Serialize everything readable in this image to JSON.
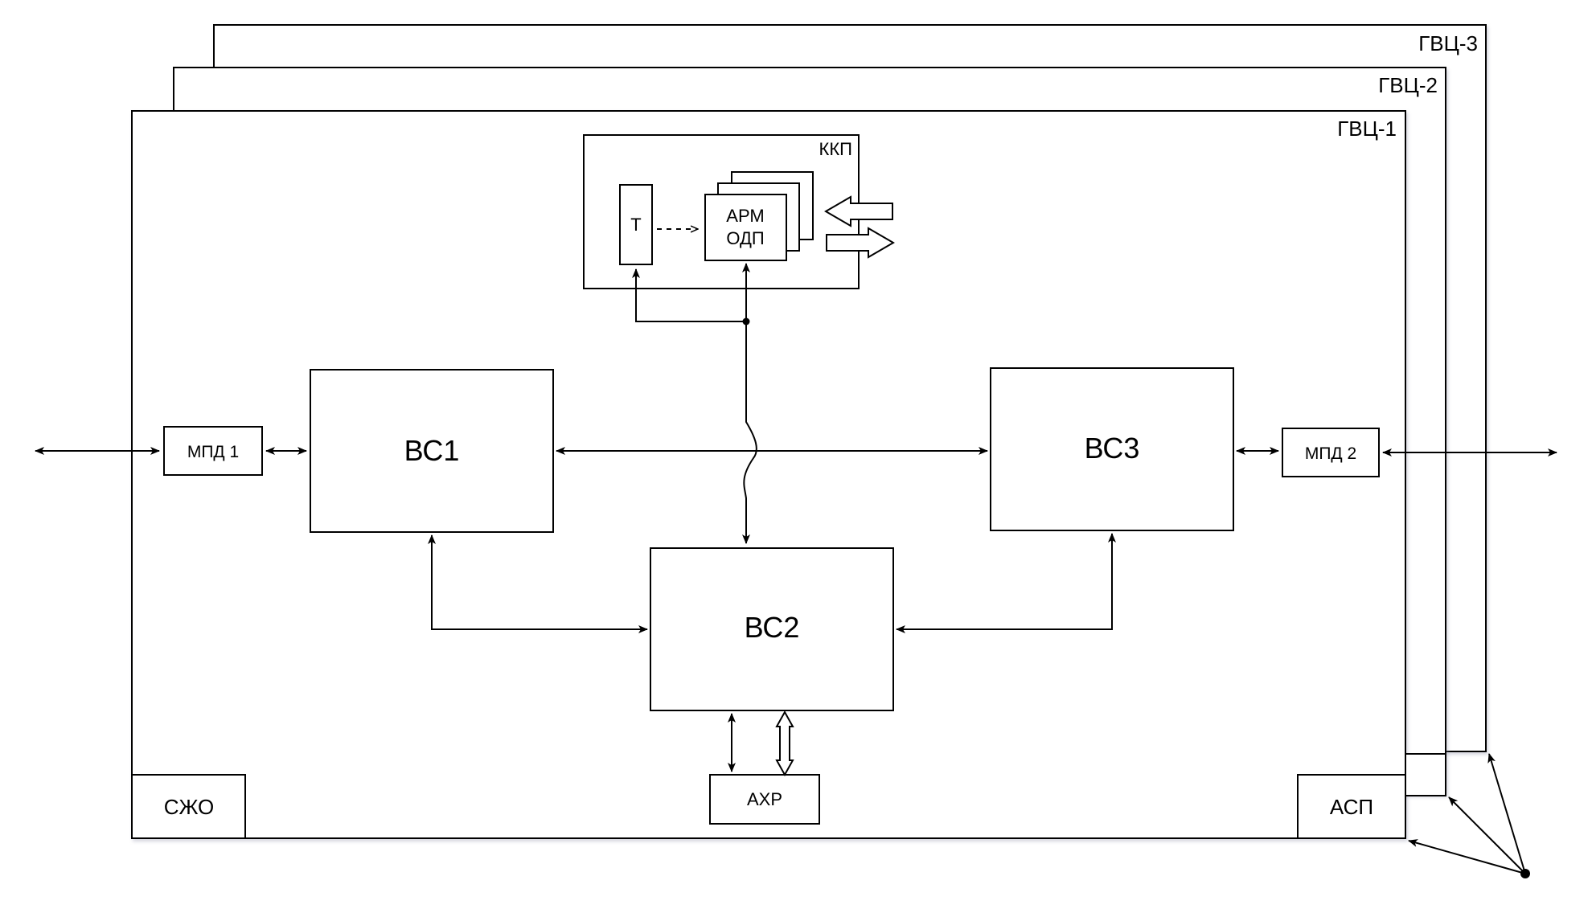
{
  "diagram": {
    "frames": {
      "gvc3": "ГВЦ-3",
      "gvc2": "ГВЦ-2",
      "gvc1": "ГВЦ-1"
    },
    "nodes": {
      "kkp": "ККП",
      "t": "Т",
      "arm_line1": "АРМ",
      "arm_line2": "ОДП",
      "vs1": "ВС1",
      "vs2": "ВС2",
      "vs3": "ВС3",
      "mpd1": "МПД 1",
      "mpd2": "МПД 2",
      "ahr": "АХР",
      "szho": "СЖО",
      "asp": "АСП"
    }
  }
}
